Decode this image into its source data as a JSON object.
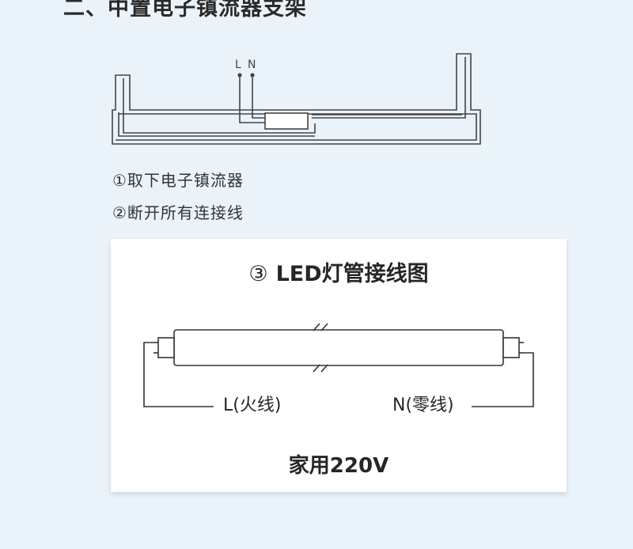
{
  "section": {
    "title": "二、中置电子镇流器支架"
  },
  "fixture": {
    "terminal_l": "L",
    "terminal_n": "N"
  },
  "steps": [
    {
      "text": "①取下电子镇流器"
    },
    {
      "text": "②断开所有连接线"
    }
  ],
  "wiring_card": {
    "step_number": "③",
    "title": "LED灯管接线图",
    "live_label": "L(火线)",
    "neutral_label": "N(零线)",
    "voltage_label": "家用220V"
  },
  "colors": {
    "background": "#eaf2fa",
    "line": "#444444",
    "card": "#ffffff"
  }
}
